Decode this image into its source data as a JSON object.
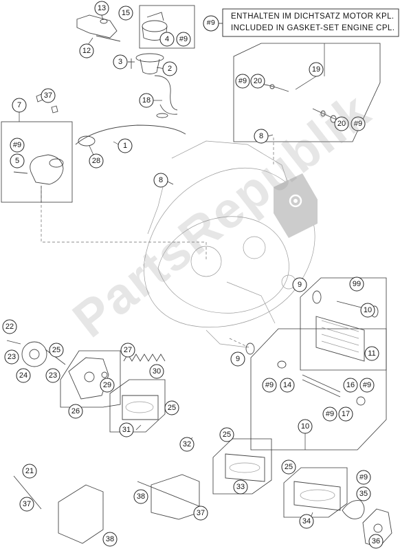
{
  "note": {
    "ref": "#9",
    "line1": "ENTHALTEN IM DICHTSATZ MOTOR KPL.",
    "line2": "INCLUDED IN GASKET-SET ENGINE CPL."
  },
  "watermark": "PartsRepublik",
  "callouts": {
    "c13": "13",
    "c15": "15",
    "c4": "4",
    "c9a": "#9",
    "c12": "12",
    "c3": "3",
    "c2": "2",
    "c18": "18",
    "c7": "7",
    "c37a": "37",
    "c9b": "#9",
    "c5": "5",
    "c1": "1",
    "c28": "28",
    "c19": "19",
    "c9c": "#9",
    "c20a": "20",
    "c20b": "20",
    "c9d": "#9",
    "c8a": "8",
    "c8b": "8",
    "c9e": "9",
    "c99": "99",
    "c10a": "10",
    "c11": "11",
    "c22": "22",
    "c25a": "25",
    "c23a": "23",
    "c23b": "23",
    "c24": "24",
    "c27": "27",
    "c30": "30",
    "c29": "29",
    "c9f": "9",
    "c9g": "#9",
    "c14": "14",
    "c16": "16",
    "c9h": "#9",
    "c9i": "#9",
    "c17": "17",
    "c26": "26",
    "c25b": "25",
    "c31": "31",
    "c10b": "10",
    "c32": "32",
    "c25c": "25",
    "c25d": "25",
    "c33": "33",
    "c21": "21",
    "c38a": "38",
    "c9j": "#9",
    "c35": "35",
    "c37b": "37",
    "c37c": "37",
    "c34": "34",
    "c38b": "38",
    "c36": "36"
  }
}
